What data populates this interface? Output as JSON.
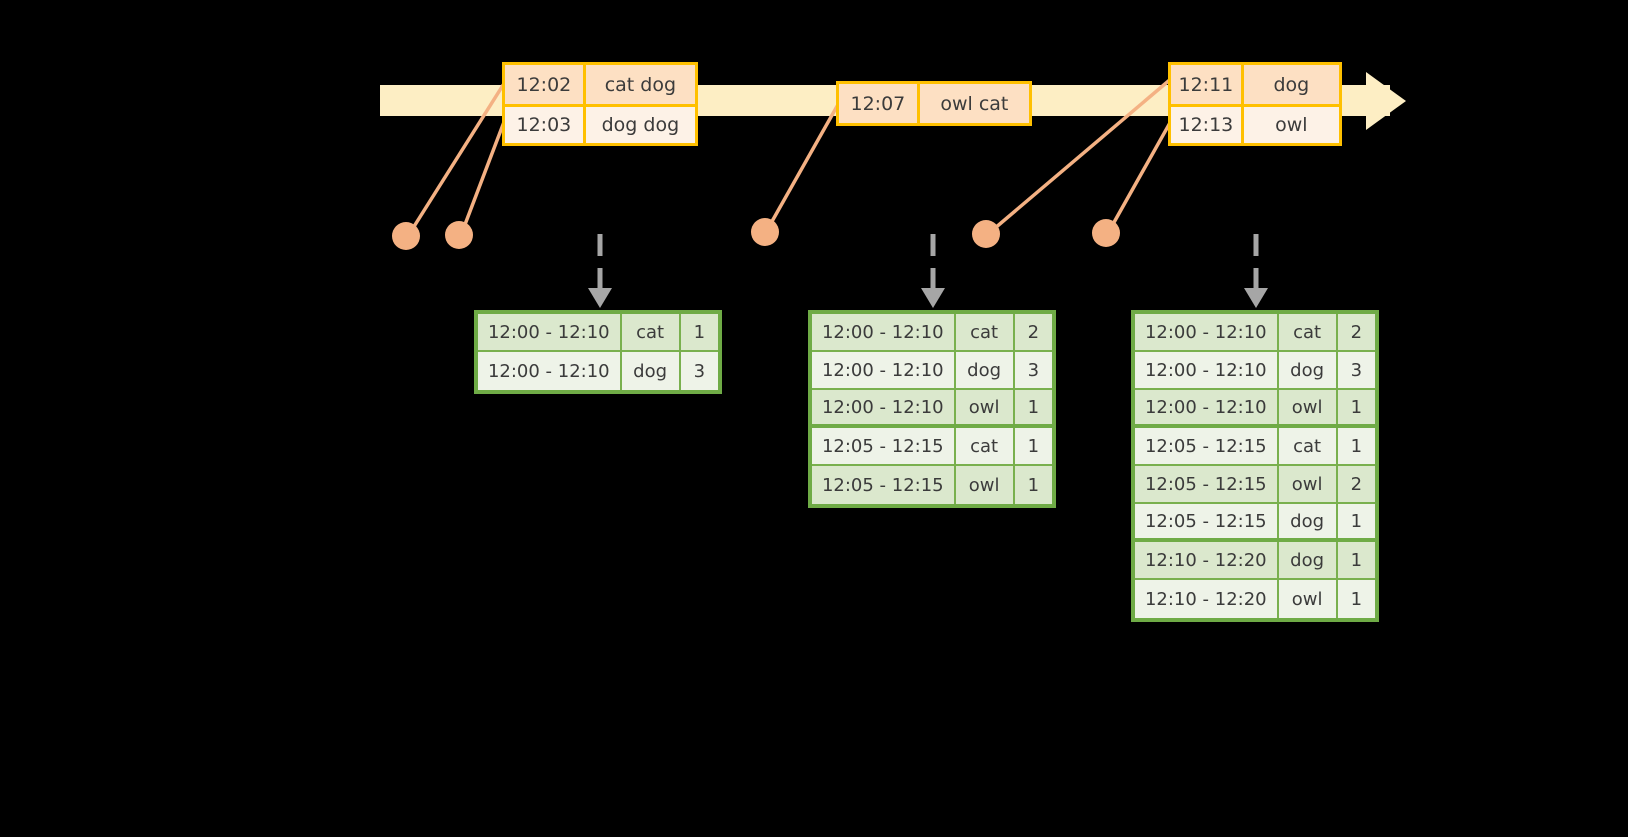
{
  "timeline": {
    "bar_color": "#fdeec4",
    "events": [
      {
        "id": "event-box-1",
        "rows": [
          {
            "time": "12:02",
            "words": "cat dog"
          },
          {
            "time": "12:03",
            "words": "dog dog"
          }
        ]
      },
      {
        "id": "event-box-2",
        "rows": [
          {
            "time": "12:07",
            "words": "owl cat"
          }
        ]
      },
      {
        "id": "event-box-3",
        "rows": [
          {
            "time": "12:11",
            "words": "dog"
          },
          {
            "time": "12:13",
            "words": "owl"
          }
        ]
      }
    ]
  },
  "tables": [
    {
      "id": "table-1",
      "rows": [
        {
          "window": "12:00 - 12:10",
          "word": "cat",
          "count": "1"
        },
        {
          "window": "12:00 - 12:10",
          "word": "dog",
          "count": "3"
        }
      ]
    },
    {
      "id": "table-2",
      "rows": [
        {
          "window": "12:00 - 12:10",
          "word": "cat",
          "count": "2"
        },
        {
          "window": "12:00 - 12:10",
          "word": "dog",
          "count": "3"
        },
        {
          "window": "12:00 - 12:10",
          "word": "owl",
          "count": "1"
        },
        {
          "window": "12:05 - 12:15",
          "word": "cat",
          "count": "1"
        },
        {
          "window": "12:05 - 12:15",
          "word": "owl",
          "count": "1"
        }
      ]
    },
    {
      "id": "table-3",
      "rows": [
        {
          "window": "12:00 - 12:10",
          "word": "cat",
          "count": "2"
        },
        {
          "window": "12:00 - 12:10",
          "word": "dog",
          "count": "3"
        },
        {
          "window": "12:00 - 12:10",
          "word": "owl",
          "count": "1"
        },
        {
          "window": "12:05 - 12:15",
          "word": "cat",
          "count": "1"
        },
        {
          "window": "12:05 - 12:15",
          "word": "owl",
          "count": "2"
        },
        {
          "window": "12:05 - 12:15",
          "word": "dog",
          "count": "1"
        },
        {
          "window": "12:10 - 12:20",
          "word": "dog",
          "count": "1"
        },
        {
          "window": "12:10 - 12:20",
          "word": "owl",
          "count": "1"
        }
      ]
    }
  ],
  "colors": {
    "background": "#000000",
    "timeline_fill": "#fdeec4",
    "event_border": "#ffc000",
    "event_fill_shaded": "#fde0c3",
    "event_fill_plain": "#fdf2e7",
    "connector": "#f4b183",
    "table_border": "#6fab46",
    "table_fill_a": "#dbe8cd",
    "table_fill_b": "#eef3e8",
    "dashed_arrow": "#a6a6a6",
    "text": "#3b3b3b"
  }
}
